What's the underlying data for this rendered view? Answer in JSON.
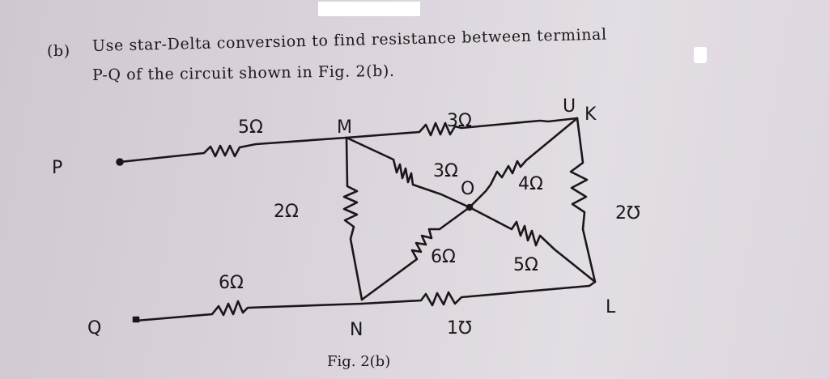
{
  "question": {
    "label": "(b)",
    "line1": "Use star-Delta conversion to find resistance between terminal",
    "line2": "P-Q of the circuit shown in Fig. 2(b)."
  },
  "figure": {
    "caption": "Fig. 2(b)",
    "terminals": {
      "P": "P",
      "Q": "Q"
    },
    "nodes": {
      "M": "M",
      "K": "K",
      "L": "L",
      "N": "N",
      "center": "O",
      "mark_near_K": "U"
    },
    "resistors": [
      {
        "id": "P-M",
        "label": "5Ω"
      },
      {
        "id": "Q-N",
        "label": "6Ω"
      },
      {
        "id": "M-K",
        "label": "3Ω"
      },
      {
        "id": "M-N",
        "label": "2Ω"
      },
      {
        "id": "K-L",
        "label": "2℧"
      },
      {
        "id": "N-L",
        "label": "1℧"
      },
      {
        "id": "M-O",
        "label": "3Ω"
      },
      {
        "id": "K-O",
        "label": "4Ω"
      },
      {
        "id": "N-O",
        "label": "6Ω"
      },
      {
        "id": "L-O",
        "label": "5Ω"
      }
    ]
  }
}
